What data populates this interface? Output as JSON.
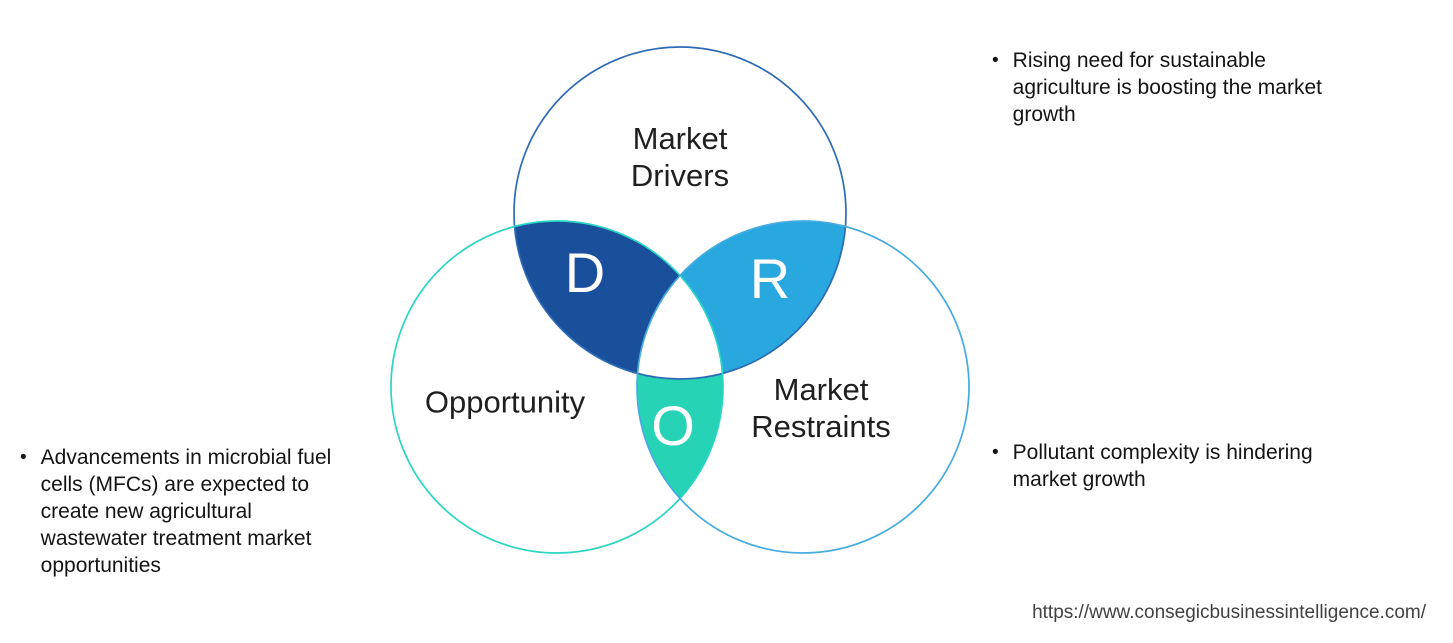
{
  "colors": {
    "region_d": "#1A4F9B",
    "region_r": "#29A8E0",
    "region_o": "#26D3B5",
    "region_center": "#FFFFFF",
    "drivers_stroke": "#2E6BB5",
    "opportunity_stroke": "#2AD5C4",
    "restraints_stroke": "#45ABE0",
    "label_text": "#1F1F1F",
    "bullet_text": "#141414",
    "url_text": "#414141",
    "letter_text": "#FFFFFF",
    "background": "#FFFFFF"
  },
  "diagram": {
    "drivers_label": "Market\nDrivers",
    "opportunity_label": "Opportunity",
    "restraints_label": "Market\nRestraints",
    "letter_d": "D",
    "letter_r": "R",
    "letter_o": "O"
  },
  "bullets": {
    "marker": "•",
    "top_right": "Rising need for sustainable\nagriculture is boosting the market\ngrowth",
    "bottom_right": "Pollutant complexity is hindering\nmarket growth",
    "left": "Advancements in microbial fuel\ncells (MFCs) are expected to\ncreate new agricultural\nwastewater treatment market\nopportunities"
  },
  "footer": {
    "url": "https://www.consegicbusinessintelligence.com/"
  }
}
